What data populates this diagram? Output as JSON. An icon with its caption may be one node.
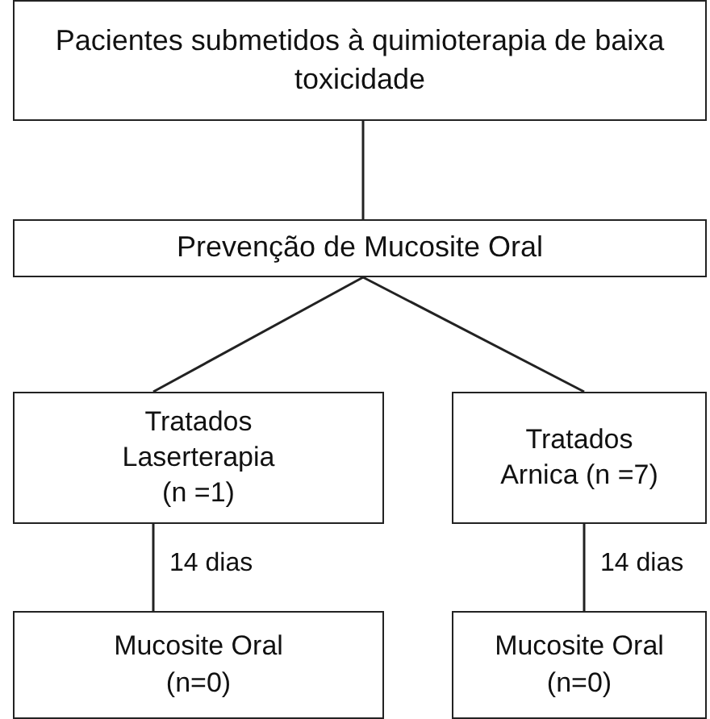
{
  "diagram": {
    "nodes": [
      {
        "text": [
          "Pacientes submetidos à quimioterapia de baixa toxicidade"
        ]
      },
      {
        "text": [
          "Prevenção de Mucosite Oral"
        ]
      },
      {
        "text": [
          "Tratados Laserterapia (n =1)"
        ]
      },
      {
        "text": [
          "Tratados Arnica (n =7)"
        ]
      },
      {
        "text": [
          "Mucosite Oral (n=0)"
        ]
      },
      {
        "text": [
          "Mucosite Oral (n=0)"
        ]
      }
    ],
    "edges": [
      {
        "from": 0,
        "to": 1,
        "arrow": "none"
      },
      {
        "from": 1,
        "to": 2,
        "arrow": "none"
      },
      {
        "from": 1,
        "to": 3,
        "arrow": "none"
      },
      {
        "from": 2,
        "to": 4,
        "arrow": "none",
        "label": "14 dias"
      },
      {
        "from": 3,
        "to": 5,
        "arrow": "none",
        "label": "14 dias"
      }
    ]
  }
}
